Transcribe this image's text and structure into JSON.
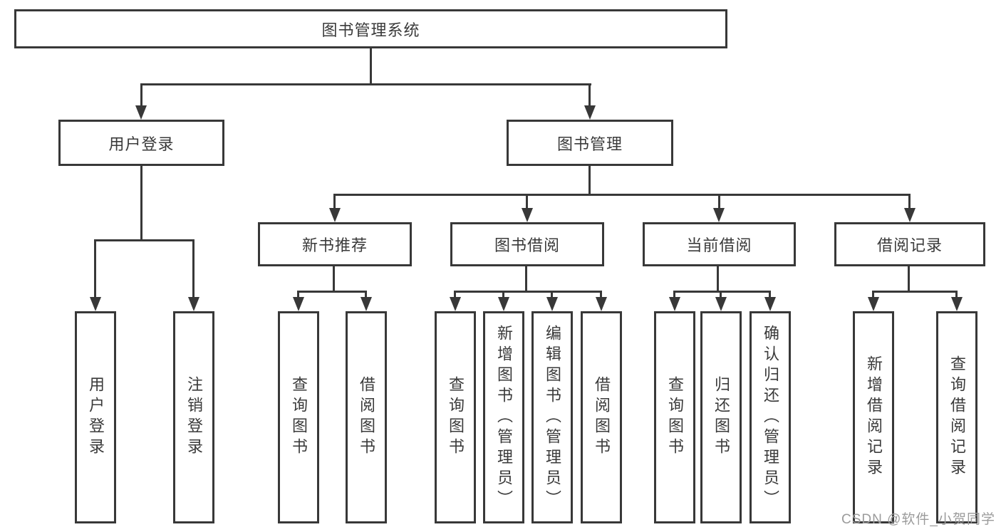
{
  "title": "图书管理系统",
  "level2": [
    {
      "label": "用户登录"
    },
    {
      "label": "图书管理"
    }
  ],
  "level3": [
    {
      "label": "新书推荐"
    },
    {
      "label": "图书借阅"
    },
    {
      "label": "当前借阅"
    },
    {
      "label": "借阅记录"
    }
  ],
  "leaves": {
    "login": [
      "用户登录",
      "注销登录"
    ],
    "recommend": [
      "查询图书",
      "借阅图书"
    ],
    "borrow": [
      "查询图书",
      "新增图书（管理员）",
      "编辑图书（管理员）",
      "借阅图书"
    ],
    "current": [
      "查询图书",
      "归还图书",
      "确认归还（管理员）"
    ],
    "records": [
      "新增借阅记录",
      "查询借阅记录"
    ]
  },
  "watermark": "CSDN @软件_小贺同学",
  "colors": {
    "line": "#383838",
    "text": "#3a3a3a",
    "watermark_text": "#9b9b9b",
    "background": "#ffffff"
  }
}
